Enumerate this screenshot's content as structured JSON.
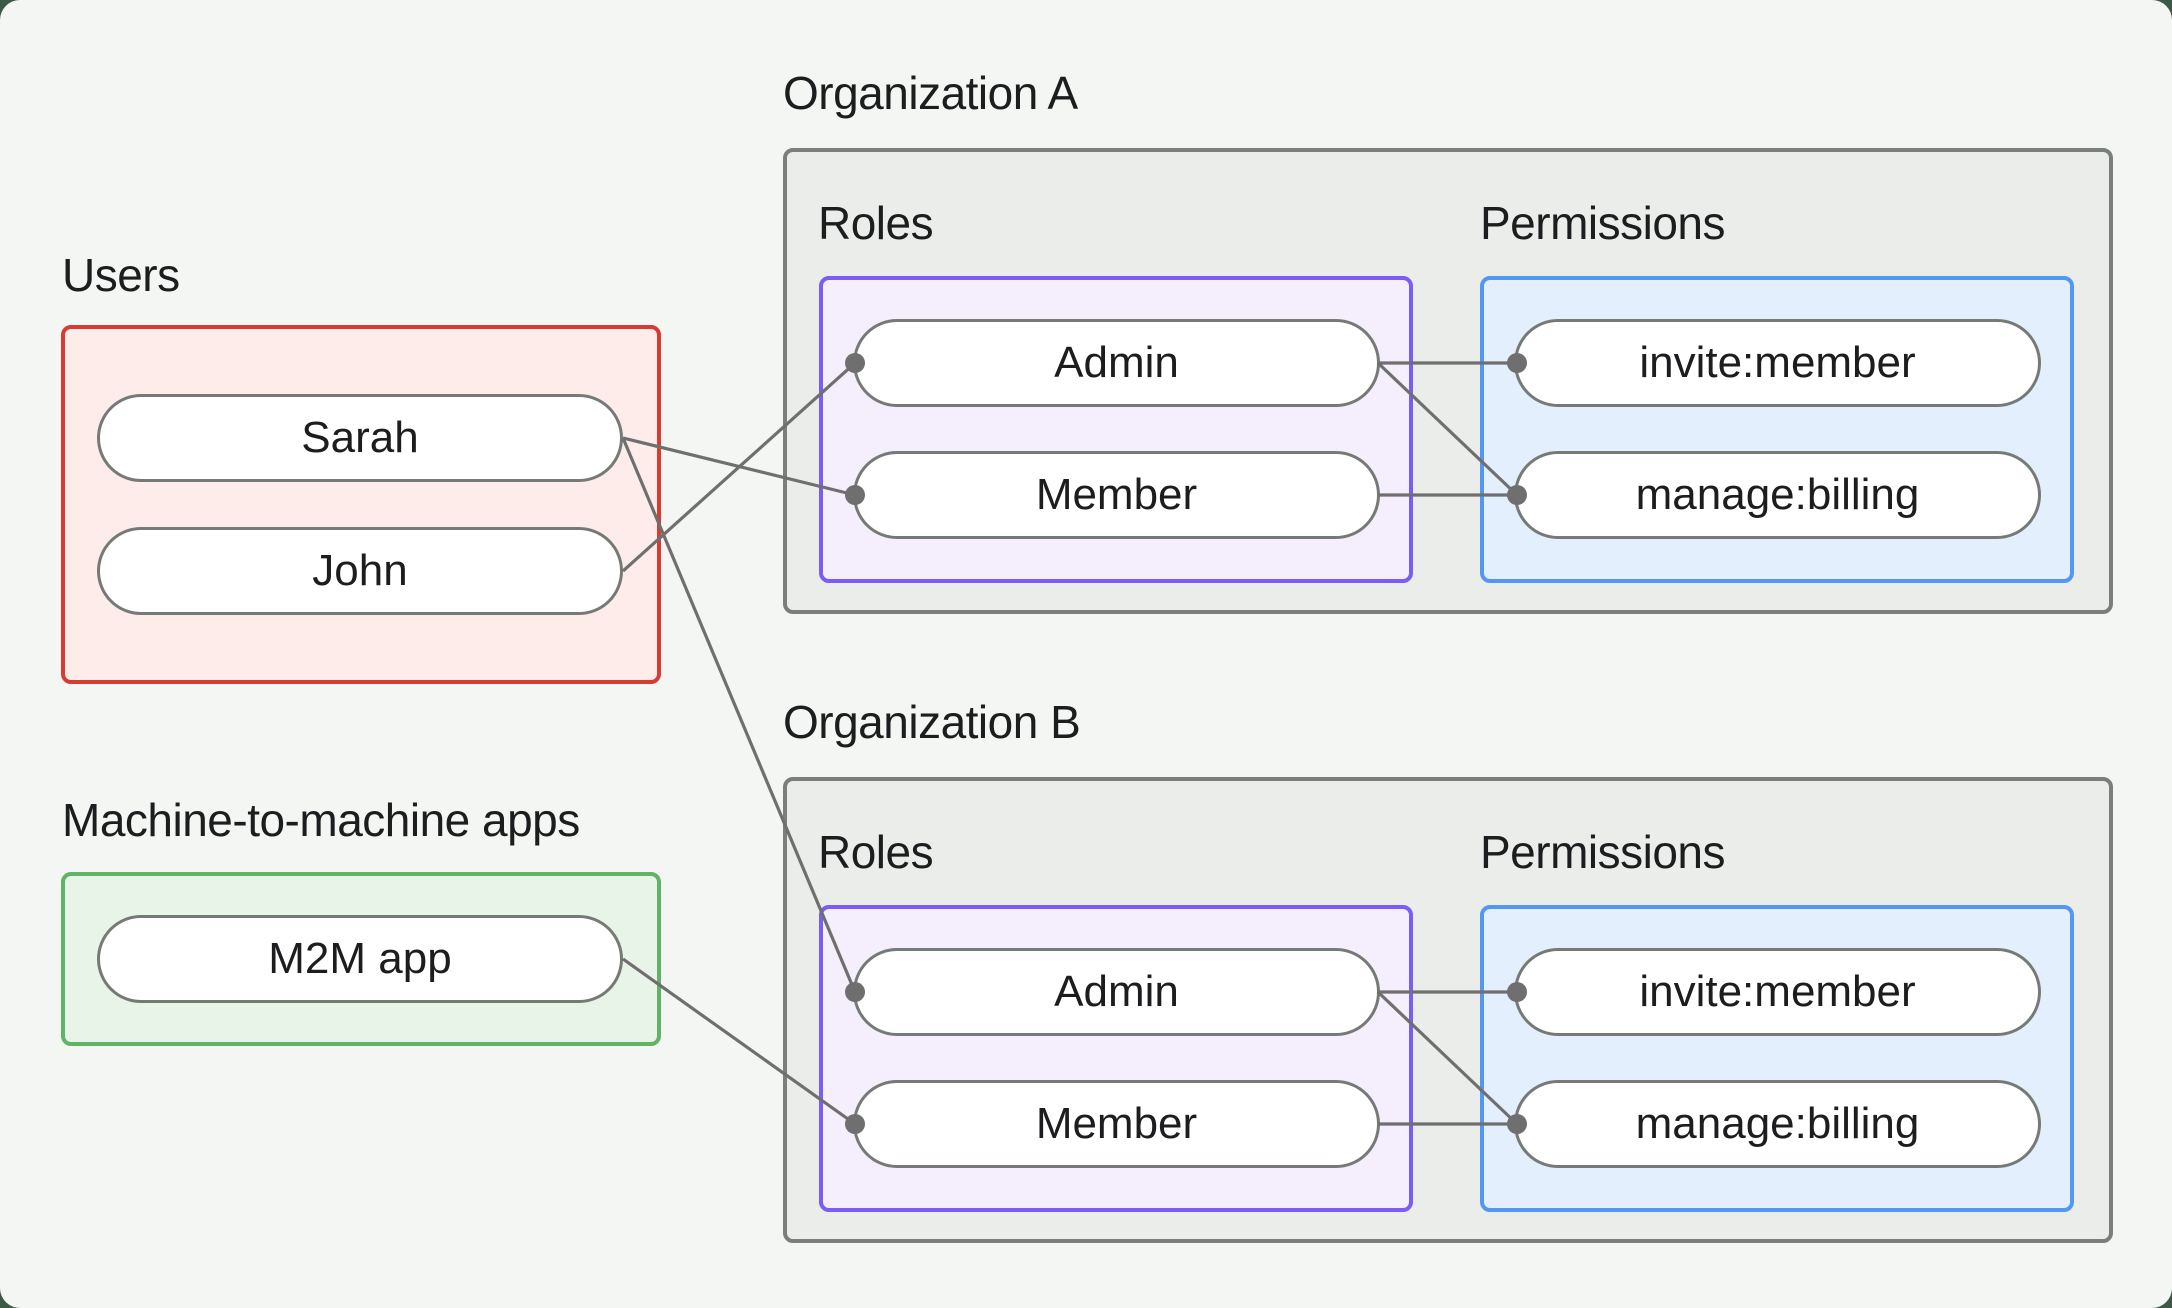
{
  "canvas": {
    "background": "#f4f6f3",
    "outer_background": "#3a5a47"
  },
  "users_section": {
    "label": "Users",
    "box_border_color": "#d83b31",
    "box_fill_color": "#fdecea",
    "items": [
      {
        "label": "Sarah"
      },
      {
        "label": "John"
      }
    ]
  },
  "m2m_section": {
    "label": "Machine-to-machine apps",
    "box_border_color": "#61b365",
    "box_fill_color": "#e9f4e9",
    "items": [
      {
        "label": "M2M app"
      }
    ]
  },
  "organizations": [
    {
      "title": "Organization A",
      "roles_label": "Roles",
      "permissions_label": "Permissions",
      "roles": [
        {
          "label": "Admin"
        },
        {
          "label": "Member"
        }
      ],
      "permissions": [
        {
          "label": "invite:member"
        },
        {
          "label": "manage:billing"
        }
      ],
      "roles_box_border_color": "#7c5cf6",
      "permissions_box_border_color": "#5397f4"
    },
    {
      "title": "Organization B",
      "roles_label": "Roles",
      "permissions_label": "Permissions",
      "roles": [
        {
          "label": "Admin"
        },
        {
          "label": "Member"
        }
      ],
      "permissions": [
        {
          "label": "invite:member"
        },
        {
          "label": "manage:billing"
        }
      ],
      "roles_box_border_color": "#7c5cf6",
      "permissions_box_border_color": "#5397f4"
    }
  ],
  "edges": [
    {
      "from": "Sarah",
      "to": "Organization A / Member"
    },
    {
      "from": "John",
      "to": "Organization A / Admin"
    },
    {
      "from": "Sarah",
      "to": "Organization B / Admin"
    },
    {
      "from": "M2M app",
      "to": "Organization B / Member"
    },
    {
      "from": "Organization A / Admin",
      "to": "Organization A / invite:member"
    },
    {
      "from": "Organization A / Admin",
      "to": "Organization A / manage:billing"
    },
    {
      "from": "Organization A / Member",
      "to": "Organization A / manage:billing"
    },
    {
      "from": "Organization B / Admin",
      "to": "Organization B / invite:member"
    },
    {
      "from": "Organization B / Admin",
      "to": "Organization B / manage:billing"
    },
    {
      "from": "Organization B / Member",
      "to": "Organization B / manage:billing"
    }
  ],
  "edge_style": {
    "line_color": "#6f6f6f",
    "endpoint_dot_color": "#6f6f6f"
  }
}
